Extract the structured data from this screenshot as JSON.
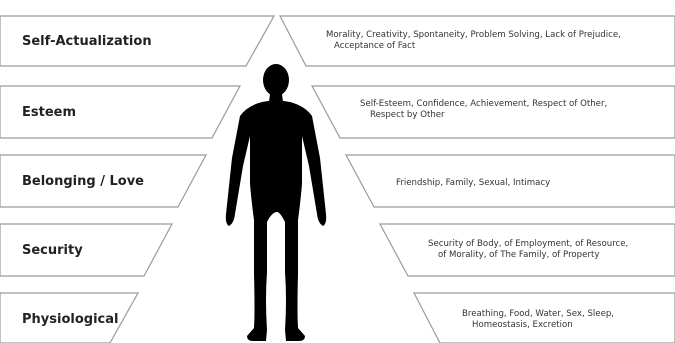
{
  "levels": [
    {
      "label": "Self-Actualization",
      "desc_line1": "Morality, Creativity, Spontaneity, Problem Solving, Lack of Prejudice,",
      "desc_line2": "Acceptance of Fact"
    },
    {
      "label": "Esteem",
      "desc_line1": "Self-Esteem, Confidence, Achievement, Respect of Other,",
      "desc_line2": "Respect by Other"
    },
    {
      "label": "Belonging / Love",
      "desc_line1": "Friendship, Family, Sexual, Intimacy",
      "desc_line2": ""
    },
    {
      "label": "Security",
      "desc_line1": "Security of Body, of Employment, of Resource,",
      "desc_line2": "of Morality, of The Family, of Property"
    },
    {
      "label": "Physiological",
      "desc_line1": "Breathing, Food, Water, Sex, Sleep,",
      "desc_line2": "Homeostasis, Excretion"
    }
  ],
  "colors": {
    "outline": "#9a9a9a",
    "silhouette": "#000000",
    "text": "#222222"
  },
  "icons": {
    "figure": "human-silhouette-icon"
  }
}
